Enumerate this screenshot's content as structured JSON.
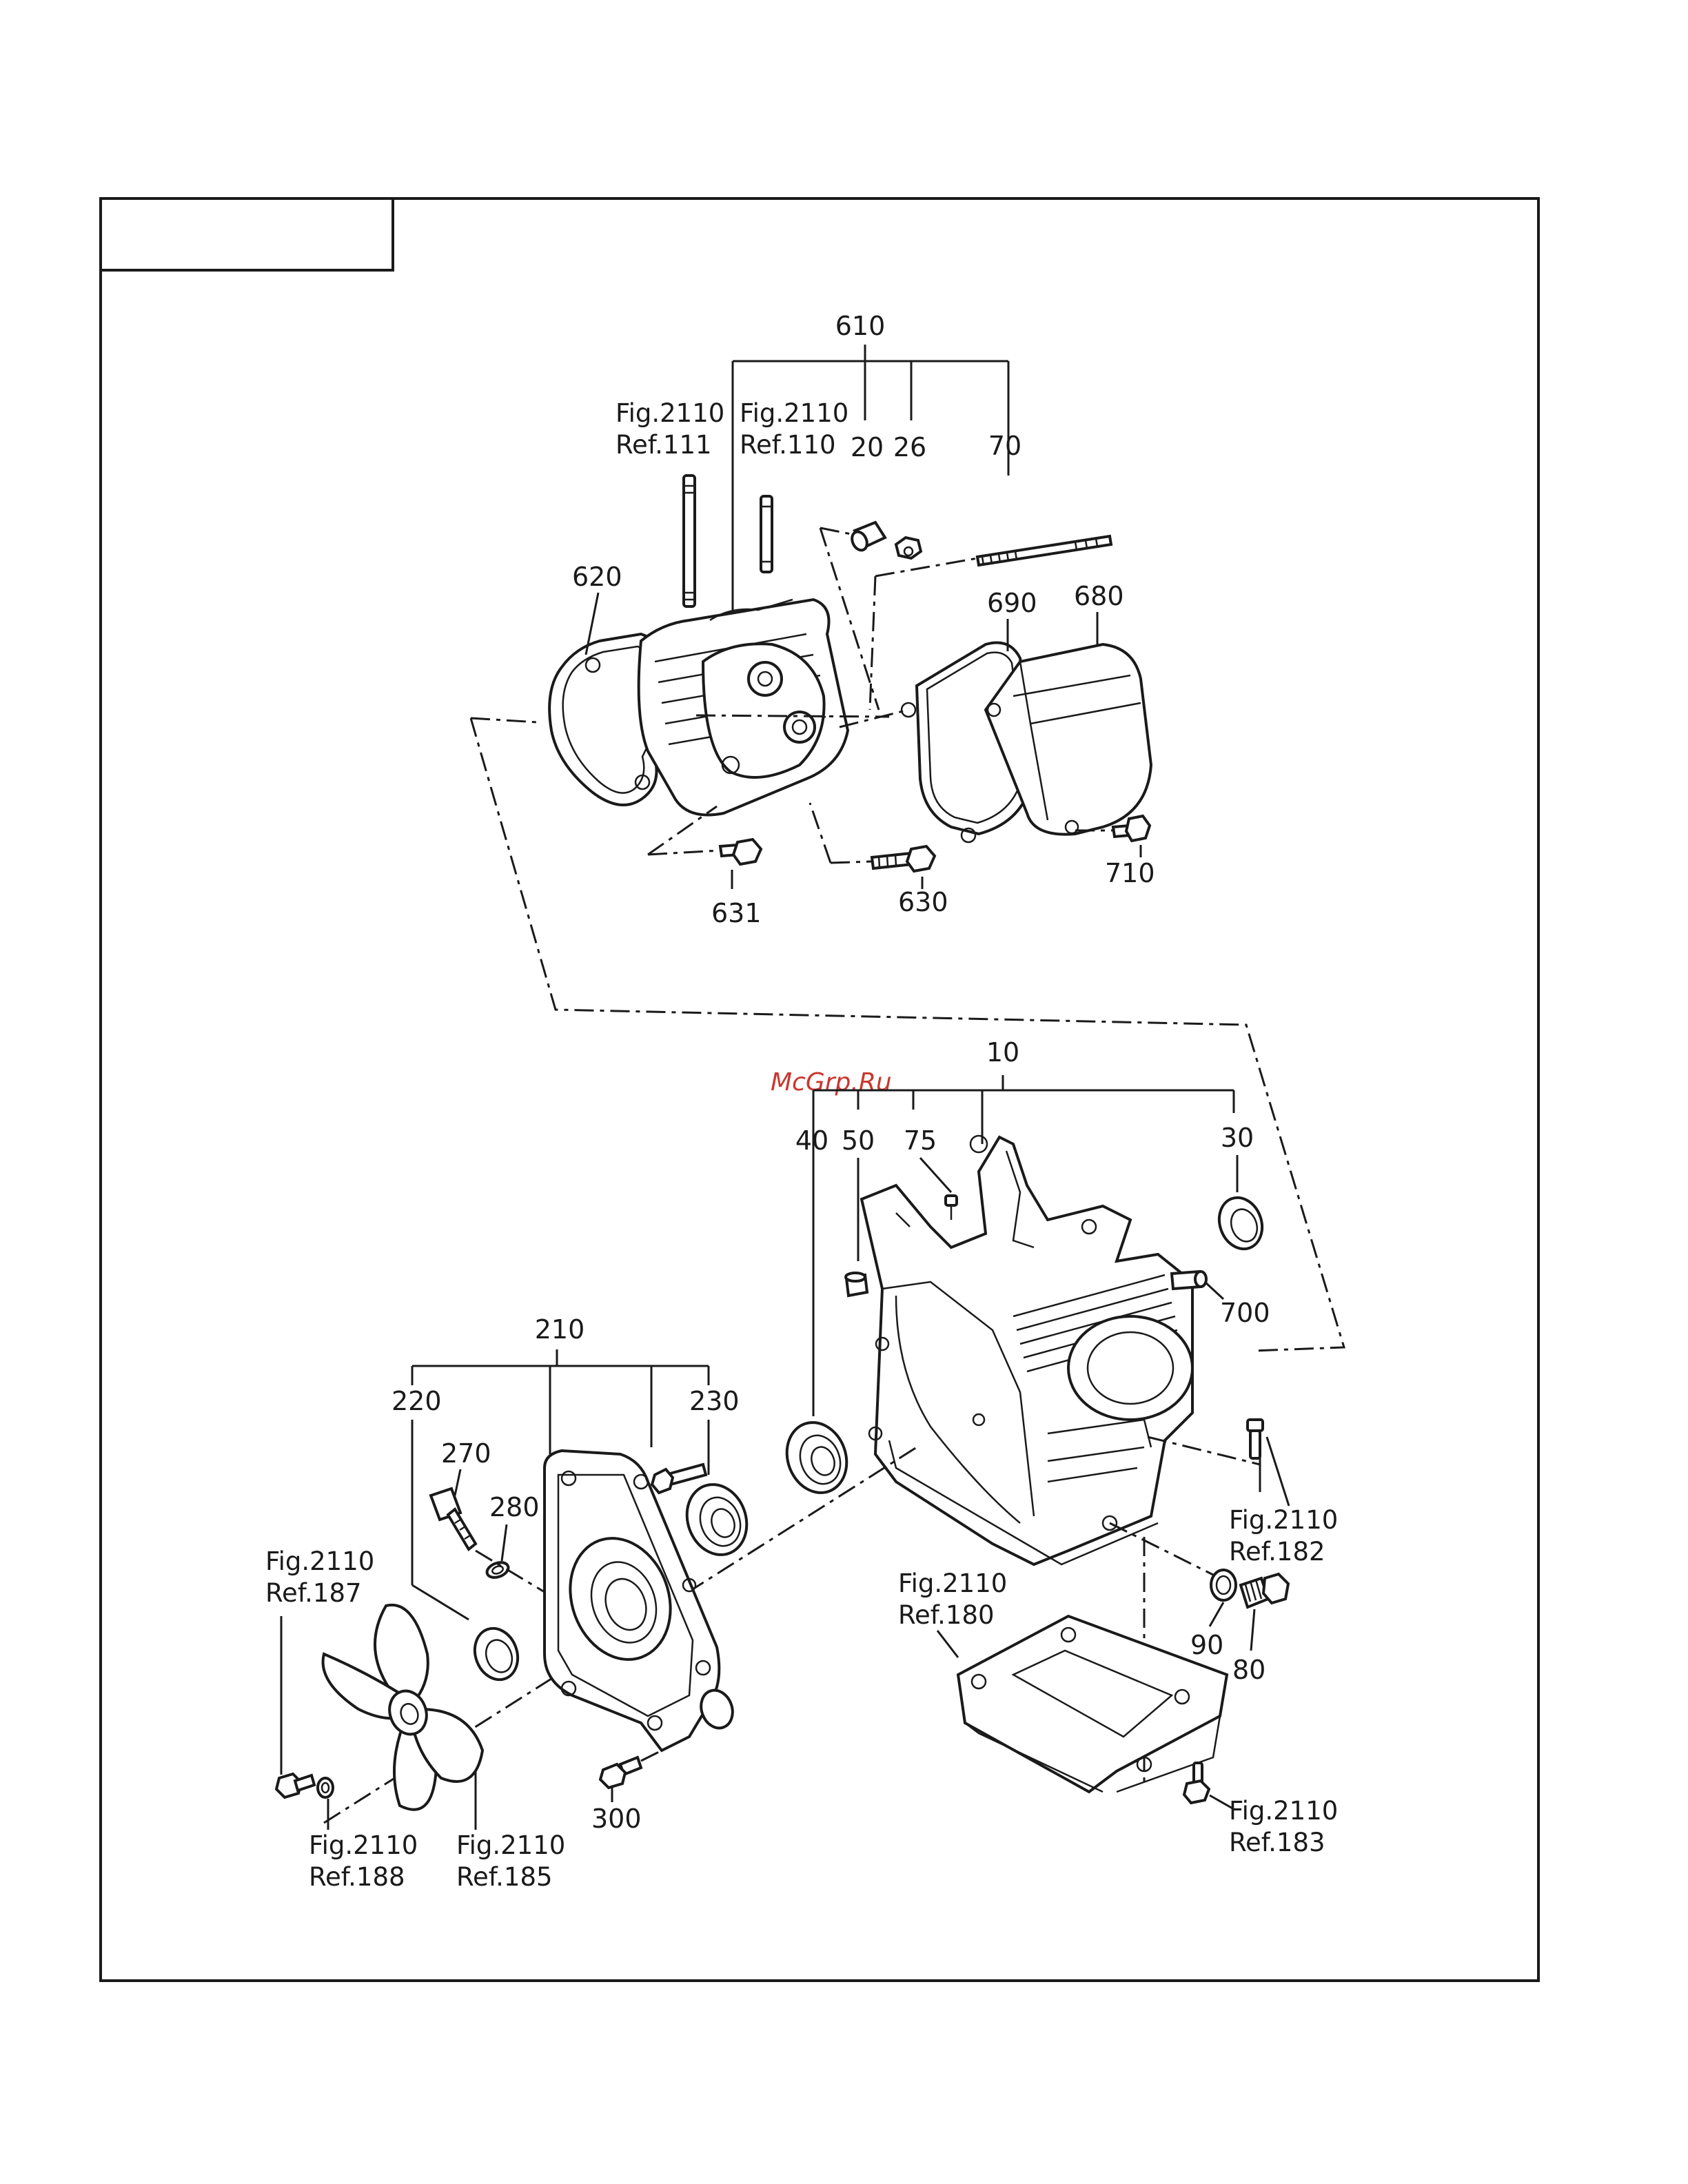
{
  "watermark": "McGrp.Ru",
  "title_box_text": "",
  "callouts": {
    "c610": "610",
    "c20": "20",
    "c26": "26",
    "c70": "70",
    "c620": "620",
    "c690": "690",
    "c680": "680",
    "c710": "710",
    "c631": "631",
    "c630": "630",
    "c10": "10",
    "c40": "40",
    "c50": "50",
    "c75": "75",
    "c30": "30",
    "c700": "700",
    "c210": "210",
    "c220": "220",
    "c230": "230",
    "c270": "270",
    "c280": "280",
    "c90": "90",
    "c80": "80",
    "c300": "300"
  },
  "references": {
    "r111": {
      "fig": "Fig.2110",
      "ref": "Ref.111"
    },
    "r110": {
      "fig": "Fig.2110",
      "ref": "Ref.110"
    },
    "r182": {
      "fig": "Fig.2110",
      "ref": "Ref.182"
    },
    "r180": {
      "fig": "Fig.2110",
      "ref": "Ref.180"
    },
    "r187": {
      "fig": "Fig.2110",
      "ref": "Ref.187"
    },
    "r183": {
      "fig": "Fig.2110",
      "ref": "Ref.183"
    },
    "r188": {
      "fig": "Fig.2110",
      "ref": "Ref.188"
    },
    "r185": {
      "fig": "Fig.2110",
      "ref": "Ref.185"
    }
  }
}
